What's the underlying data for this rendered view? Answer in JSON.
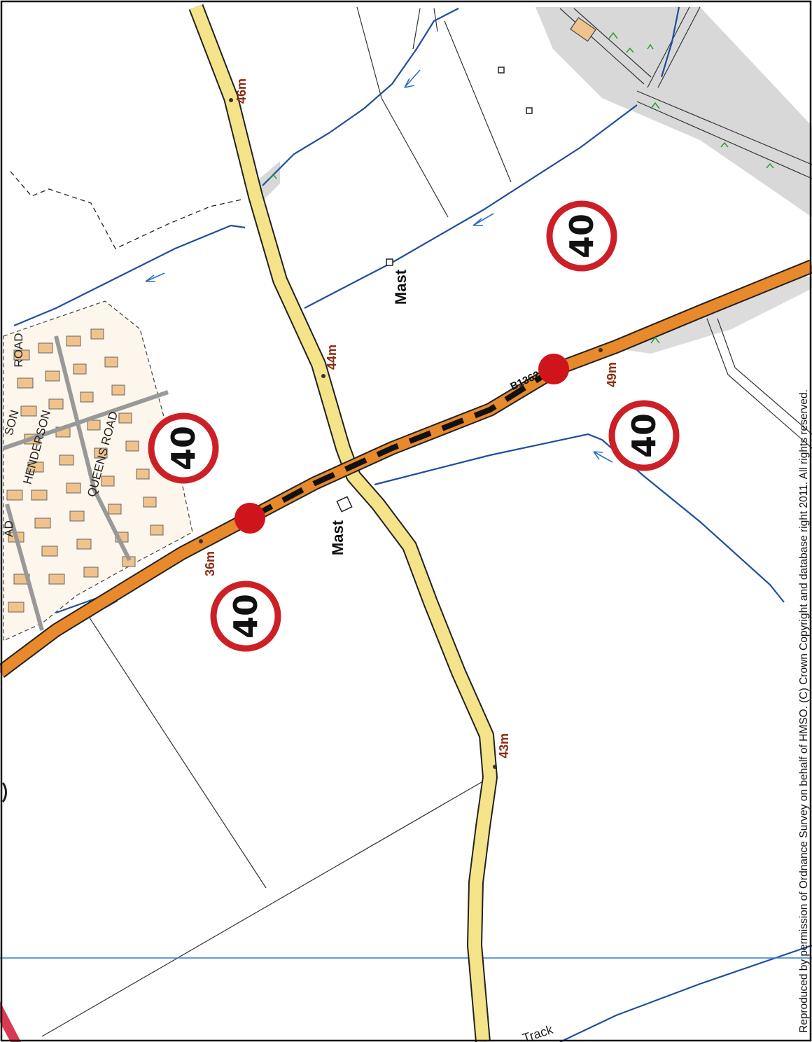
{
  "copyright": "Reproduced by permission of Ordnance Survey on behalf of HMSO. (C) Crown Copyright and database right 2011. All rights reserved.",
  "speed_signs": [
    "40",
    "40",
    "40",
    "40"
  ],
  "heights": [
    "46m",
    "44m",
    "36m",
    "49m",
    "43m"
  ],
  "masts": [
    "Mast",
    "Mast"
  ],
  "streets": [
    "ROAD",
    "HENDERSON",
    "QUEENS ROAD",
    "AD",
    "SON"
  ],
  "road_number": "B1362",
  "track_label": "Track",
  "colors": {
    "a_road": "#e8892b",
    "minor_road": "#f5e38a",
    "water": "#1f4e9e",
    "buildings": "#f0c38c",
    "sign_ring": "#cc1f26",
    "marker": "#d0141c",
    "heights": "#8b2c10",
    "grid": "#2f7fd0"
  },
  "icons": [
    "speed-limit-40-sign",
    "terminal-point-marker",
    "flow-arrow-icon",
    "mast-icon",
    "tree-icon"
  ]
}
